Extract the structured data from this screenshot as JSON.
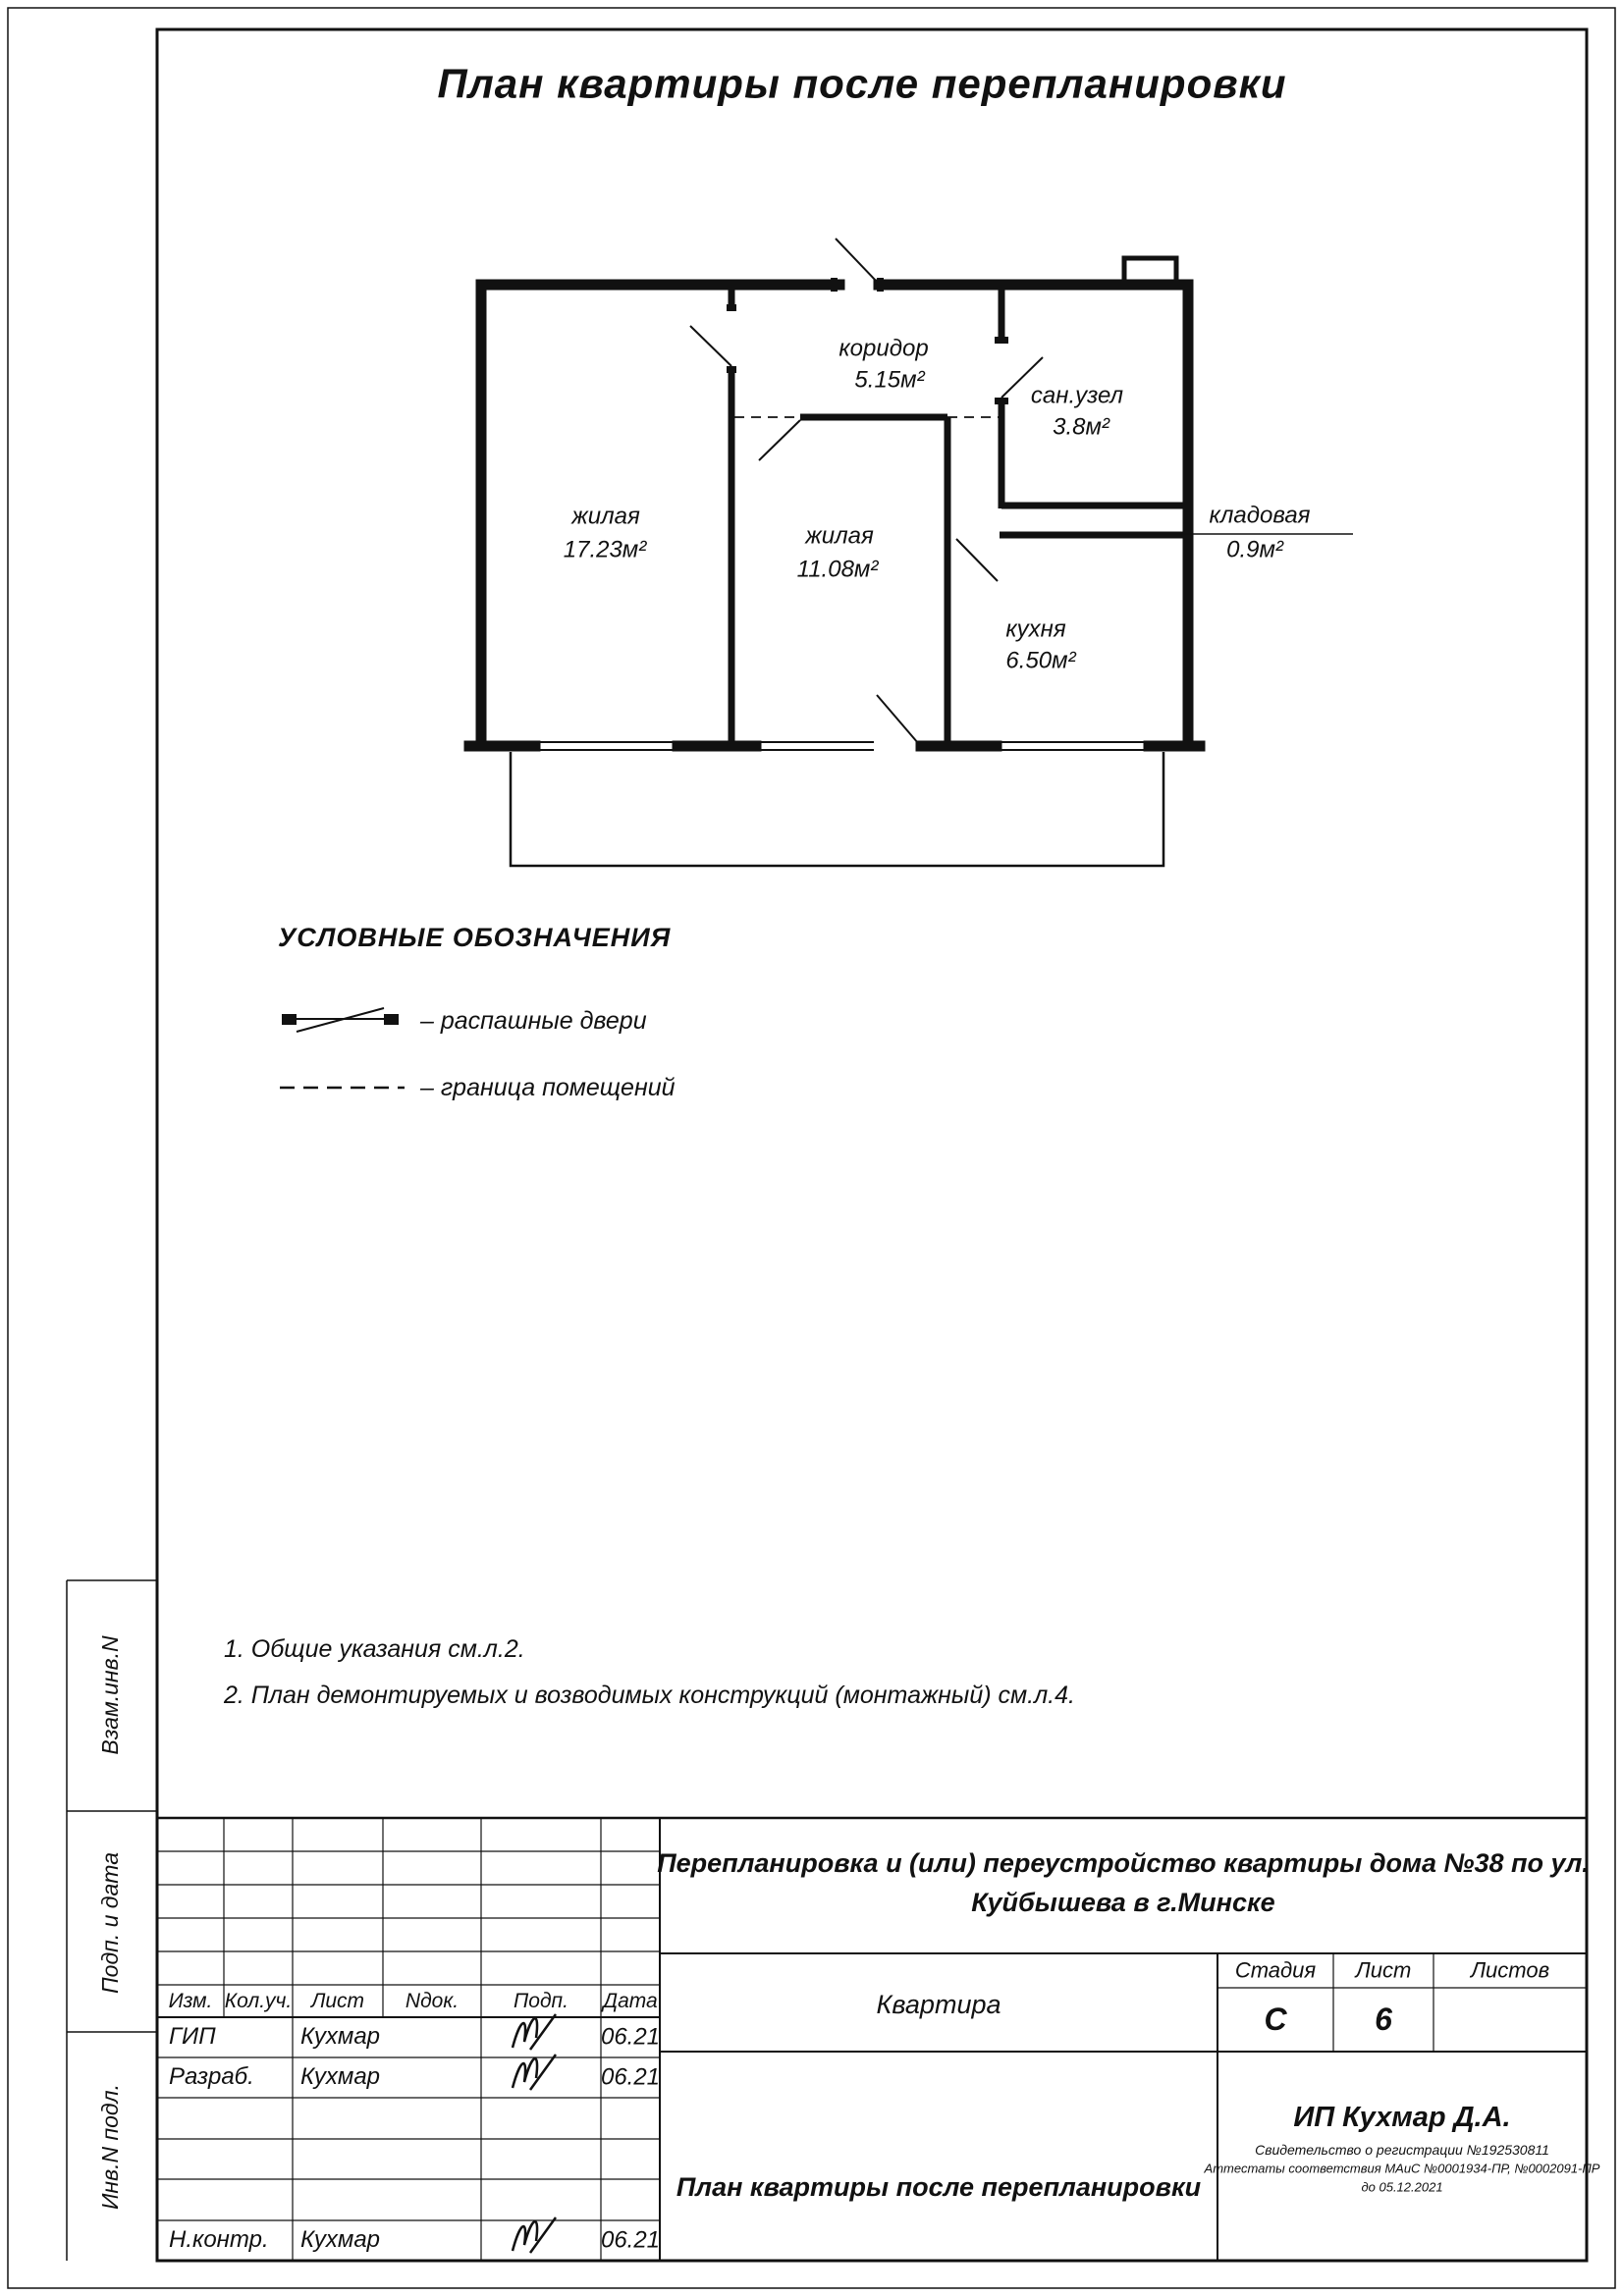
{
  "page": {
    "title": "План квартиры после перепланировки"
  },
  "plan": {
    "rooms": [
      {
        "name": "жилая",
        "area": "17.23м²"
      },
      {
        "name": "жилая",
        "area": "11.08м²"
      },
      {
        "name": "коридор",
        "area": "5.15м²"
      },
      {
        "name": "сан.узел",
        "area": "3.8м²"
      },
      {
        "name": "кухня",
        "area": "6.50м²"
      },
      {
        "name": "кладовая",
        "area": "0.9м²"
      }
    ]
  },
  "legend": {
    "title": "УСЛОВНЫЕ ОБОЗНАЧЕНИЯ",
    "items": [
      {
        "symbol": "swing-door-symbol",
        "label": "– распашные двери"
      },
      {
        "symbol": "dashed-boundary-symbol",
        "label": "– граница помещений"
      }
    ]
  },
  "notes": [
    "1. Общие указания см.л.2.",
    "2. План демонтируемых и возводимых конструкций (монтажный) см.л.4."
  ],
  "side_strip": {
    "vzam": "Взам.инв.N",
    "podp_data": "Подп. и дата",
    "inv_podl": "Инв.N подл."
  },
  "title_block": {
    "header_cols": [
      "Изм.",
      "Кол.уч.",
      "Лист",
      "Nдок.",
      "Подп.",
      "Дата"
    ],
    "rows": [
      {
        "role": "ГИП",
        "name": "Кухмар",
        "date": "06.21"
      },
      {
        "role": "Разраб.",
        "name": "Кухмар",
        "date": "06.21"
      },
      {
        "role": "Н.контр.",
        "name": "Кухмар",
        "date": "06.21"
      }
    ],
    "project": {
      "line1": "Перепланировка и (или) переустройство квартиры дома №38 по ул.",
      "line2": "Куйбышева в г.Минске"
    },
    "object": "Квартира",
    "stage_label": "Стадия",
    "sheet_label": "Лист",
    "sheets_label": "Листов",
    "stage": "С",
    "sheet": "6",
    "sheets": "",
    "drawing_title": "План квартиры после перепланировки",
    "company": "ИП Кухмар Д.А.",
    "certificates": [
      "Свидетельство о регистрации №192530811",
      "Аттестаты соответствия МАиС №0001934-ПР, №0002091-ПР",
      "до 05.12.2021"
    ]
  }
}
